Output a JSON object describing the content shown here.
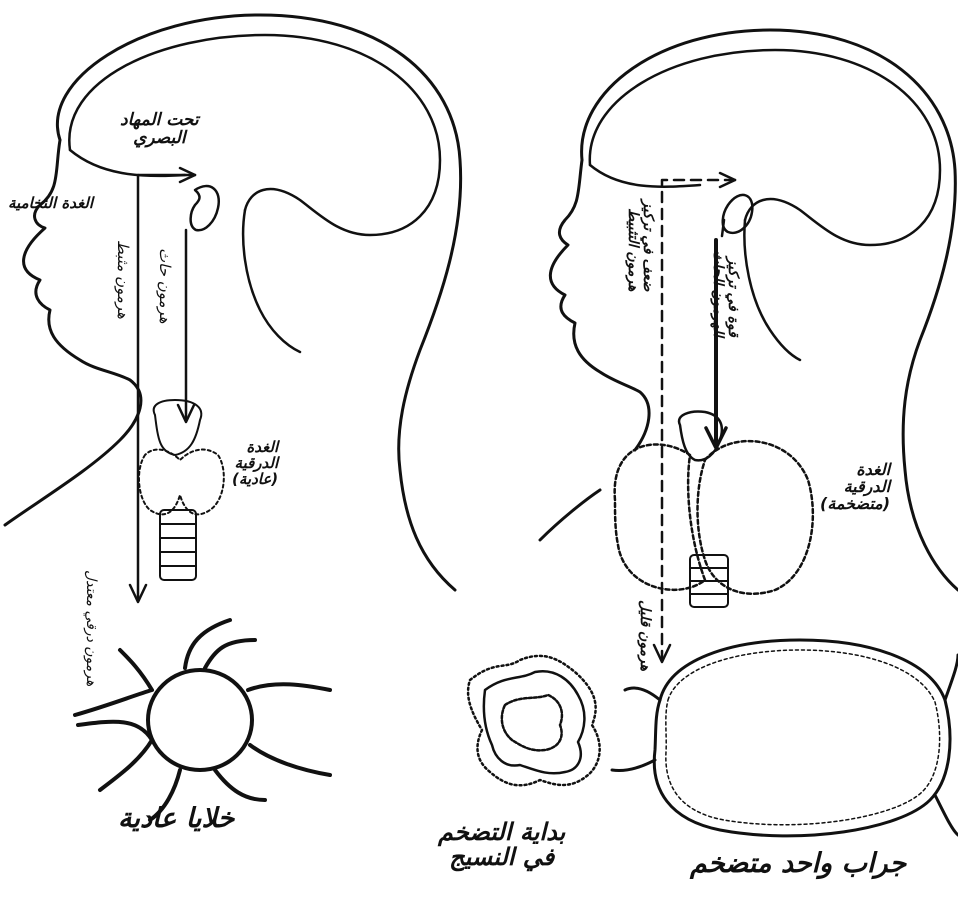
{
  "left": {
    "hypothalamus": [
      "تحت المهاد",
      "البصري"
    ],
    "pituitary": "الغدة النخامية",
    "tsh_hormone": "هرمون حاث",
    "inhibit_hormone": "هرمون مثبط",
    "thyroid": [
      "الغدة",
      "الدرقية",
      "(عادية)"
    ],
    "thyroid_hormone": [
      "هرمون",
      "درقي",
      "معتدل"
    ],
    "caption": "خلايا عادية"
  },
  "middle": {
    "caption": [
      "بداية التضخم",
      "في النسيج"
    ]
  },
  "right": {
    "weak_inhibit": [
      "ضعف في تركيز",
      "هرمون التثبيط"
    ],
    "strong_tsh": [
      "قوة في تركيز",
      "الهرمون الحاث"
    ],
    "thyroid": [
      "الغدة",
      "الدرقية",
      "(متضخمة)"
    ],
    "weak_hormone": [
      "هرمون",
      "قليل"
    ],
    "caption": "جراب واحد متضخم"
  }
}
